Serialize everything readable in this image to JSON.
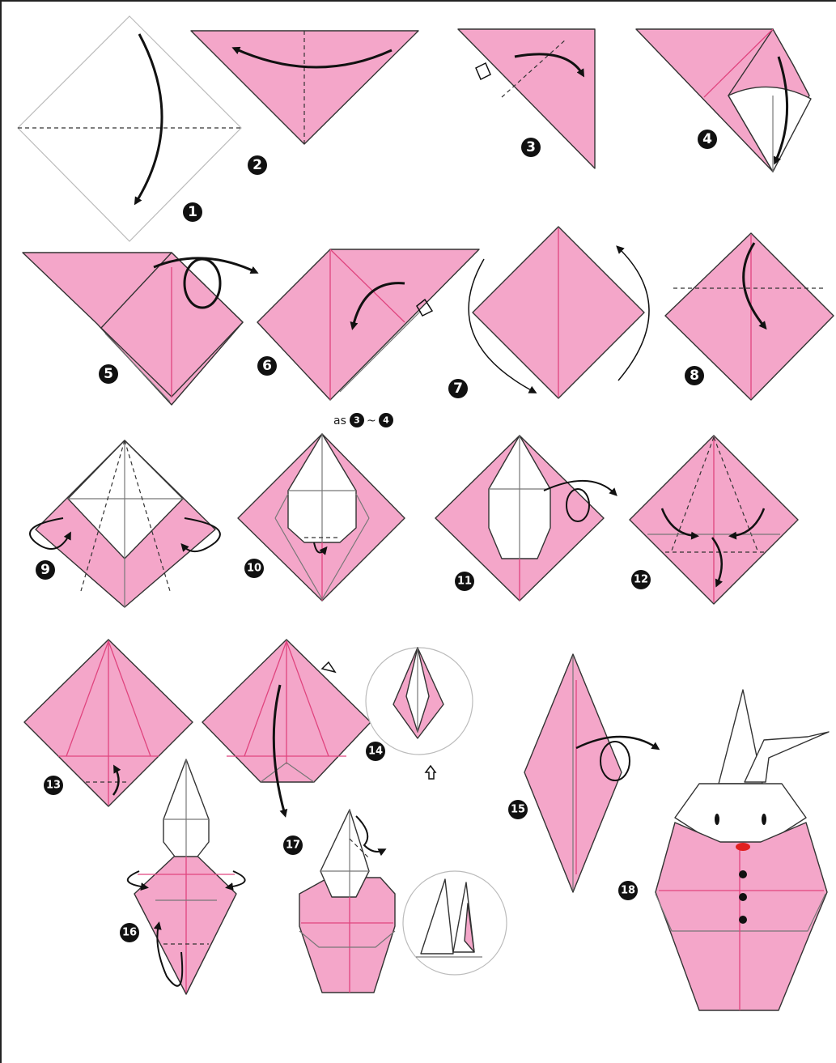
{
  "steps": [
    "1",
    "2",
    "3",
    "4",
    "5",
    "6",
    "7",
    "8",
    "9",
    "10",
    "11",
    "12",
    "13",
    "14",
    "15",
    "16",
    "17",
    "18"
  ],
  "note": {
    "text": "as",
    "from_step": "3",
    "separator": "~",
    "to_step": "4"
  },
  "colors": {
    "paper_pink": "#f4a6c9",
    "crease_pink": "#e0457f",
    "outline": "#333333",
    "badge": "#111111",
    "nose": "#e02020"
  }
}
